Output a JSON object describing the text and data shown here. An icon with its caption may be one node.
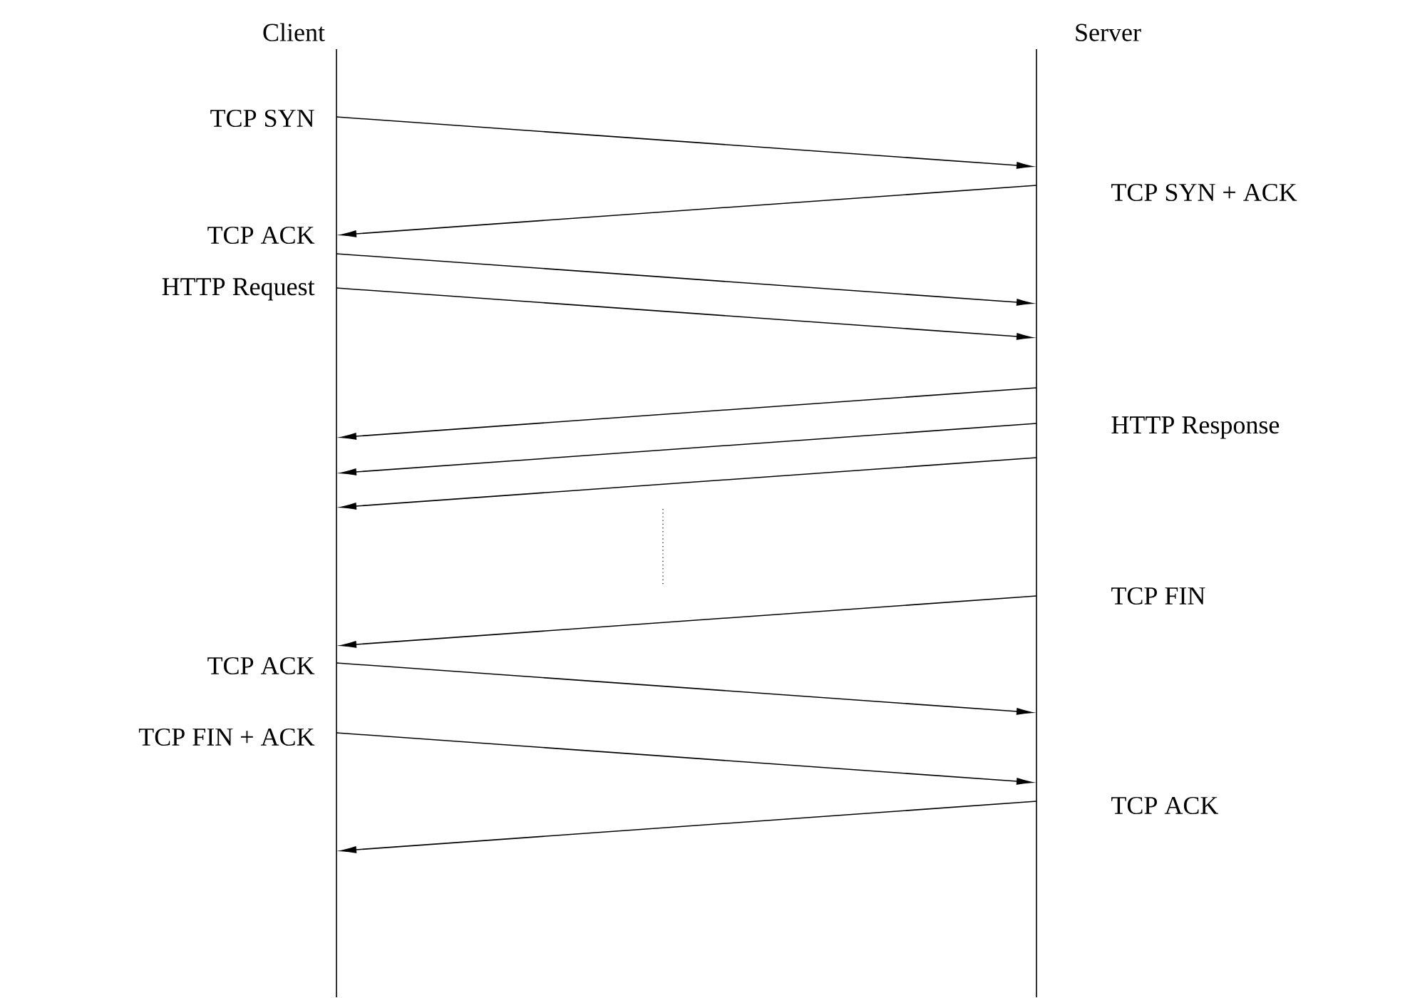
{
  "diagram": {
    "nodes": [
      {
        "text": [
          "Client"
        ]
      },
      {
        "text": [
          "Server"
        ]
      }
    ],
    "edges": [
      {
        "from": 0,
        "to": 1,
        "arrow": "to",
        "label": "TCP SYN"
      },
      {
        "from": 1,
        "to": 0,
        "arrow": "to",
        "label": "TCP SYN + ACK"
      },
      {
        "from": 0,
        "to": 1,
        "arrow": "to",
        "label": "TCP ACK"
      },
      {
        "from": 0,
        "to": 1,
        "arrow": "to",
        "label": "HTTP Request"
      },
      {
        "from": 1,
        "to": 0,
        "arrow": "to"
      },
      {
        "from": 1,
        "to": 0,
        "arrow": "to",
        "label": "HTTP Response"
      },
      {
        "from": 1,
        "to": 0,
        "arrow": "to"
      },
      {
        "from": 1,
        "to": 0,
        "arrow": "to",
        "label": "TCP FIN"
      },
      {
        "from": 0,
        "to": 1,
        "arrow": "to",
        "label": "TCP ACK"
      },
      {
        "from": 0,
        "to": 1,
        "arrow": "to",
        "label": "TCP FIN + ACK"
      },
      {
        "from": 1,
        "to": 0,
        "arrow": "to",
        "label": "TCP ACK"
      }
    ]
  }
}
